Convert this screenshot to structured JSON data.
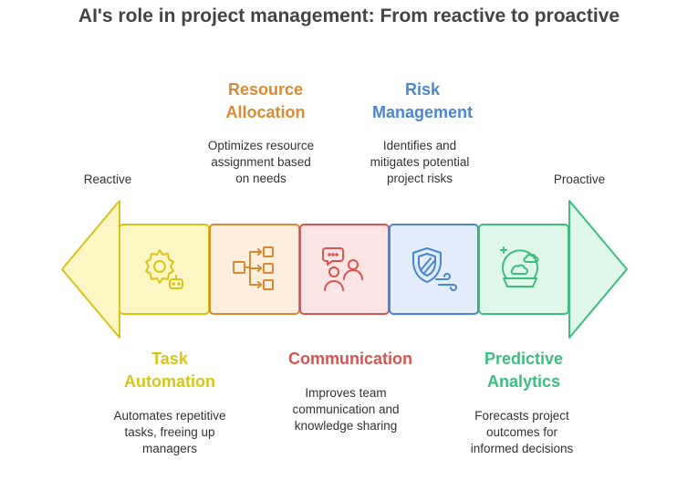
{
  "title": "AI's role in project management: From reactive to proactive",
  "ends": {
    "left": "Reactive",
    "right": "Proactive"
  },
  "colors": {
    "yellow": "#d9c51a",
    "orange": "#d98a32",
    "red": "#d9534f",
    "blue": "#4a86d6",
    "green": "#3cbf7e"
  },
  "steps": [
    {
      "heading_lines": [
        "Task",
        "Automation"
      ],
      "desc_lines": [
        "Automates repetitive",
        "tasks, freeing up",
        "managers"
      ],
      "icon": "gear-robot-icon"
    },
    {
      "heading_lines": [
        "Resource",
        "Allocation"
      ],
      "desc_lines": [
        "Optimizes resource",
        "assignment based",
        "on needs"
      ],
      "icon": "flow-boxes-icon"
    },
    {
      "heading_lines": [
        "Communication"
      ],
      "desc_lines": [
        "Improves team",
        "communication and",
        "knowledge sharing"
      ],
      "icon": "people-chat-icon"
    },
    {
      "heading_lines": [
        "Risk",
        "Management"
      ],
      "desc_lines": [
        "Identifies and",
        "mitigates potential",
        "project risks"
      ],
      "icon": "shield-wind-icon"
    },
    {
      "heading_lines": [
        "Predictive",
        "Analytics"
      ],
      "desc_lines": [
        "Forecasts project",
        "outcomes for",
        "informed decisions"
      ],
      "icon": "crystal-ball-icon"
    }
  ]
}
